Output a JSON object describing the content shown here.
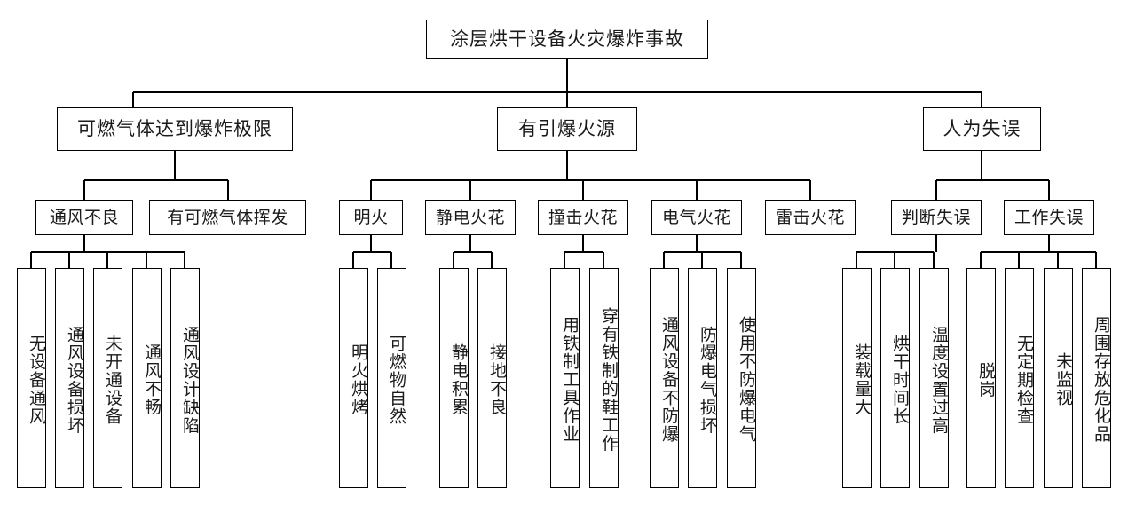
{
  "diagram": {
    "title_node": "涂层烘干设备火灾爆炸事故",
    "type": "fault-tree",
    "level2": [
      "可燃气体达到爆炸极限",
      "有引爆火源",
      "人为失误"
    ],
    "level3": [
      "通风不良",
      "有可燃气体挥发",
      "明火",
      "静电火花",
      "撞击火花",
      "电气火花",
      "雷击火花",
      "判断失误",
      "工作失误"
    ],
    "leaves": [
      "无设备通风",
      "通风设备损坏",
      "未开通设备",
      "通风不畅",
      "通风设计缺陷",
      "明火烘烤",
      "可燃物自然",
      "静电积累",
      "接地不良",
      "用铁制工具作业",
      "穿有铁制的鞋工作",
      "通风设备不防爆",
      "防爆电气损坏",
      "使用不防爆电气",
      "装载量大",
      "烘干时间长",
      "温度设置过高",
      "脱岗",
      "无定期检查",
      "未监视",
      "周围存放危化品"
    ],
    "colors": {
      "stroke": "#000000",
      "fill": "#ffffff",
      "text": "#1a1a1a"
    }
  }
}
